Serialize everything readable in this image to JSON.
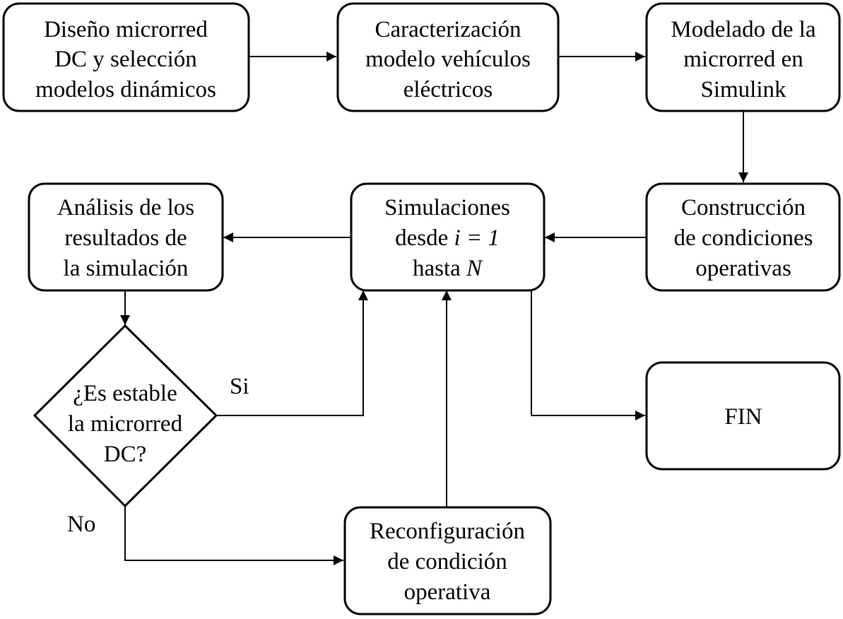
{
  "nodes": {
    "diseno": {
      "lines": [
        "Diseño microrred",
        "DC y selección",
        "modelos dinámicos"
      ]
    },
    "caracterizacion": {
      "lines": [
        "Caracterización",
        "modelo vehículos",
        "eléctricos"
      ]
    },
    "modelado": {
      "lines": [
        "Modelado de la",
        "microrred en",
        "Simulink"
      ]
    },
    "construccion": {
      "lines": [
        "Construcción",
        "de condiciones",
        "operativas"
      ]
    },
    "simulaciones": {
      "line1": "Simulaciones",
      "line2_prefix": "desde ",
      "line2_math": "i = 1",
      "line3_prefix": "hasta ",
      "line3_math": "N"
    },
    "analisis": {
      "lines": [
        "Análisis de los",
        "resultados de",
        "la simulación"
      ]
    },
    "decision": {
      "lines": [
        "¿Es estable",
        "la microrred",
        "DC?"
      ]
    },
    "reconfiguracion": {
      "lines": [
        "Reconfiguración",
        "de condición",
        "operativa"
      ]
    },
    "fin": {
      "lines": [
        "FIN"
      ]
    }
  },
  "edge_labels": {
    "yes": "Si",
    "no": "No"
  }
}
